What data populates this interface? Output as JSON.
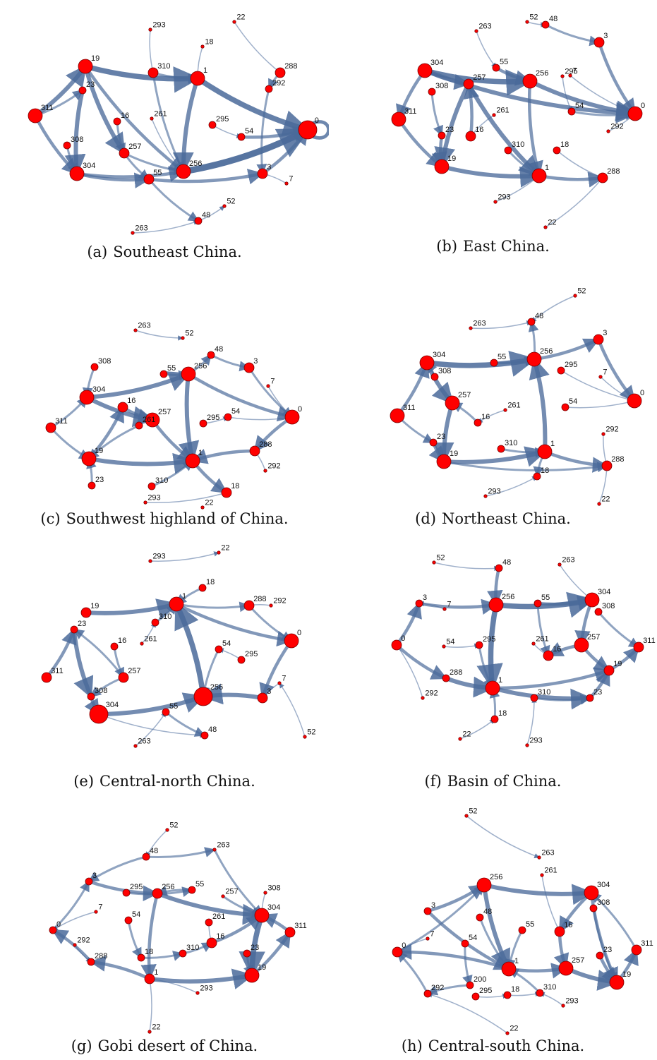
{
  "panels": [
    {
      "label": "(a)",
      "caption": "Southeast China.",
      "nodes": [
        {
          "id": "293",
          "size": 0
        },
        {
          "id": "22",
          "size": 0
        },
        {
          "id": "18",
          "size": 0
        },
        {
          "id": "19",
          "size": 3
        },
        {
          "id": "310",
          "size": 2
        },
        {
          "id": "1",
          "size": 3
        },
        {
          "id": "288",
          "size": 2
        },
        {
          "id": "23",
          "size": 1
        },
        {
          "id": "292",
          "size": 1
        },
        {
          "id": "311",
          "size": 3
        },
        {
          "id": "16",
          "size": 1
        },
        {
          "id": "261",
          "size": 0
        },
        {
          "id": "295",
          "size": 1
        },
        {
          "id": "54",
          "size": 1
        },
        {
          "id": "0",
          "size": 4
        },
        {
          "id": "308",
          "size": 1
        },
        {
          "id": "257",
          "size": 2
        },
        {
          "id": "304",
          "size": 3
        },
        {
          "id": "256",
          "size": 3
        },
        {
          "id": "55",
          "size": 2
        },
        {
          "id": "3",
          "size": 2
        },
        {
          "id": "7",
          "size": 0
        },
        {
          "id": "52",
          "size": 0
        },
        {
          "id": "48",
          "size": 1
        },
        {
          "id": "263",
          "size": 0
        }
      ]
    },
    {
      "label": "(b)",
      "caption": "East China.",
      "nodes": [
        {
          "id": "52",
          "size": 0
        },
        {
          "id": "48",
          "size": 1
        },
        {
          "id": "263",
          "size": 0
        },
        {
          "id": "3",
          "size": 2
        },
        {
          "id": "304",
          "size": 3
        },
        {
          "id": "55",
          "size": 1
        },
        {
          "id": "295",
          "size": 0
        },
        {
          "id": "257",
          "size": 2
        },
        {
          "id": "256",
          "size": 3
        },
        {
          "id": "7",
          "size": 0
        },
        {
          "id": "308",
          "size": 1
        },
        {
          "id": "0",
          "size": 3
        },
        {
          "id": "54",
          "size": 1
        },
        {
          "id": "261",
          "size": 0
        },
        {
          "id": "311",
          "size": 3
        },
        {
          "id": "16",
          "size": 2
        },
        {
          "id": "292",
          "size": 0
        },
        {
          "id": "23",
          "size": 1
        },
        {
          "id": "310",
          "size": 1
        },
        {
          "id": "18",
          "size": 1
        },
        {
          "id": "19",
          "size": 3
        },
        {
          "id": "1",
          "size": 3
        },
        {
          "id": "288",
          "size": 2
        },
        {
          "id": "293",
          "size": 0
        },
        {
          "id": "22",
          "size": 0
        }
      ]
    },
    {
      "label": "(c)",
      "caption": "Southwest highland of China.",
      "nodes": [
        {
          "id": "263",
          "size": 0
        },
        {
          "id": "52",
          "size": 0
        },
        {
          "id": "48",
          "size": 1
        },
        {
          "id": "3",
          "size": 2
        },
        {
          "id": "308",
          "size": 1
        },
        {
          "id": "55",
          "size": 1
        },
        {
          "id": "256",
          "size": 3
        },
        {
          "id": "7",
          "size": 0
        },
        {
          "id": "304",
          "size": 3
        },
        {
          "id": "16",
          "size": 2
        },
        {
          "id": "257",
          "size": 3
        },
        {
          "id": "295",
          "size": 1
        },
        {
          "id": "54",
          "size": 1
        },
        {
          "id": "0",
          "size": 3
        },
        {
          "id": "311",
          "size": 2
        },
        {
          "id": "261",
          "size": 1
        },
        {
          "id": "19",
          "size": 3
        },
        {
          "id": "1",
          "size": 3
        },
        {
          "id": "288",
          "size": 2
        },
        {
          "id": "23",
          "size": 1
        },
        {
          "id": "310",
          "size": 1
        },
        {
          "id": "292",
          "size": 0
        },
        {
          "id": "18",
          "size": 2
        },
        {
          "id": "293",
          "size": 0
        },
        {
          "id": "22",
          "size": 0
        }
      ]
    },
    {
      "label": "(d)",
      "caption": "Northeast China.",
      "nodes": [
        {
          "id": "52",
          "size": 0
        },
        {
          "id": "48",
          "size": 1
        },
        {
          "id": "263",
          "size": 0
        },
        {
          "id": "3",
          "size": 2
        },
        {
          "id": "304",
          "size": 3
        },
        {
          "id": "55",
          "size": 1
        },
        {
          "id": "256",
          "size": 3
        },
        {
          "id": "295",
          "size": 1
        },
        {
          "id": "308",
          "size": 1
        },
        {
          "id": "7",
          "size": 0
        },
        {
          "id": "0",
          "size": 3
        },
        {
          "id": "257",
          "size": 3
        },
        {
          "id": "261",
          "size": 0
        },
        {
          "id": "311",
          "size": 3
        },
        {
          "id": "16",
          "size": 1
        },
        {
          "id": "54",
          "size": 1
        },
        {
          "id": "292",
          "size": 0
        },
        {
          "id": "23",
          "size": 1
        },
        {
          "id": "19",
          "size": 3
        },
        {
          "id": "310",
          "size": 1
        },
        {
          "id": "1",
          "size": 3
        },
        {
          "id": "18",
          "size": 1
        },
        {
          "id": "288",
          "size": 2
        },
        {
          "id": "293",
          "size": 0
        },
        {
          "id": "22",
          "size": 0
        }
      ]
    },
    {
      "label": "(e)",
      "caption": "Central-north China.",
      "nodes": [
        {
          "id": "293",
          "size": 0
        },
        {
          "id": "22",
          "size": 0
        },
        {
          "id": "18",
          "size": 1
        },
        {
          "id": "1",
          "size": 3
        },
        {
          "id": "288",
          "size": 2
        },
        {
          "id": "292",
          "size": 0
        },
        {
          "id": "19",
          "size": 2
        },
        {
          "id": "310",
          "size": 1
        },
        {
          "id": "23",
          "size": 1
        },
        {
          "id": "16",
          "size": 1
        },
        {
          "id": "261",
          "size": 0
        },
        {
          "id": "0",
          "size": 3
        },
        {
          "id": "54",
          "size": 1
        },
        {
          "id": "295",
          "size": 1
        },
        {
          "id": "257",
          "size": 2
        },
        {
          "id": "311",
          "size": 2
        },
        {
          "id": "7",
          "size": 0
        },
        {
          "id": "308",
          "size": 1
        },
        {
          "id": "256",
          "size": 4
        },
        {
          "id": "3",
          "size": 2
        },
        {
          "id": "304",
          "size": 4
        },
        {
          "id": "55",
          "size": 1
        },
        {
          "id": "52",
          "size": 0
        },
        {
          "id": "48",
          "size": 1
        },
        {
          "id": "263",
          "size": 0
        }
      ]
    },
    {
      "label": "(f)",
      "caption": "Basin of China.",
      "nodes": [
        {
          "id": "52",
          "size": 0
        },
        {
          "id": "48",
          "size": 1
        },
        {
          "id": "263",
          "size": 0
        },
        {
          "id": "304",
          "size": 3
        },
        {
          "id": "3",
          "size": 1
        },
        {
          "id": "256",
          "size": 3
        },
        {
          "id": "55",
          "size": 1
        },
        {
          "id": "7",
          "size": 0
        },
        {
          "id": "308",
          "size": 1
        },
        {
          "id": "0",
          "size": 2
        },
        {
          "id": "54",
          "size": 0
        },
        {
          "id": "295",
          "size": 1
        },
        {
          "id": "261",
          "size": 0
        },
        {
          "id": "257",
          "size": 3
        },
        {
          "id": "311",
          "size": 2
        },
        {
          "id": "16",
          "size": 2
        },
        {
          "id": "19",
          "size": 2
        },
        {
          "id": "288",
          "size": 1
        },
        {
          "id": "1",
          "size": 3
        },
        {
          "id": "310",
          "size": 1
        },
        {
          "id": "23",
          "size": 1
        },
        {
          "id": "292",
          "size": 0
        },
        {
          "id": "18",
          "size": 1
        },
        {
          "id": "22",
          "size": 0
        },
        {
          "id": "293",
          "size": 0
        }
      ]
    },
    {
      "label": "(g)",
      "caption": "Gobi desert of China.",
      "nodes": [
        {
          "id": "52",
          "size": 0
        },
        {
          "id": "48",
          "size": 1
        },
        {
          "id": "263",
          "size": 0
        },
        {
          "id": "3",
          "size": 1
        },
        {
          "id": "295",
          "size": 1
        },
        {
          "id": "55",
          "size": 1
        },
        {
          "id": "257",
          "size": 0
        },
        {
          "id": "308",
          "size": 0
        },
        {
          "id": "7",
          "size": 0
        },
        {
          "id": "256",
          "size": 2
        },
        {
          "id": "304",
          "size": 3
        },
        {
          "id": "54",
          "size": 1
        },
        {
          "id": "0",
          "size": 1
        },
        {
          "id": "261",
          "size": 1
        },
        {
          "id": "311",
          "size": 2
        },
        {
          "id": "292",
          "size": 0
        },
        {
          "id": "16",
          "size": 2
        },
        {
          "id": "18",
          "size": 1
        },
        {
          "id": "310",
          "size": 1
        },
        {
          "id": "23",
          "size": 1
        },
        {
          "id": "288",
          "size": 1
        },
        {
          "id": "1",
          "size": 2
        },
        {
          "id": "19",
          "size": 3
        },
        {
          "id": "293",
          "size": 0
        },
        {
          "id": "22",
          "size": 0
        }
      ]
    },
    {
      "label": "(h)",
      "caption": "Central-south China.",
      "nodes": [
        {
          "id": "52",
          "size": 0
        },
        {
          "id": "263",
          "size": 0
        },
        {
          "id": "256",
          "size": 3
        },
        {
          "id": "261",
          "size": 0
        },
        {
          "id": "304",
          "size": 3
        },
        {
          "id": "3",
          "size": 1
        },
        {
          "id": "48",
          "size": 1
        },
        {
          "id": "308",
          "size": 1
        },
        {
          "id": "55",
          "size": 1
        },
        {
          "id": "16",
          "size": 2
        },
        {
          "id": "7",
          "size": 0
        },
        {
          "id": "0",
          "size": 2
        },
        {
          "id": "311",
          "size": 2
        },
        {
          "id": "54",
          "size": 1
        },
        {
          "id": "23",
          "size": 1
        },
        {
          "id": "1",
          "size": 3
        },
        {
          "id": "257",
          "size": 3
        },
        {
          "id": "19",
          "size": 3
        },
        {
          "id": "200",
          "size": 1
        },
        {
          "id": "292",
          "size": 1
        },
        {
          "id": "295",
          "size": 1
        },
        {
          "id": "18",
          "size": 1
        },
        {
          "id": "310",
          "size": 1
        },
        {
          "id": "293",
          "size": 0
        },
        {
          "id": "22",
          "size": 0
        }
      ]
    }
  ],
  "colors": {
    "node": "#ff0000",
    "node_stroke": "#7a0000",
    "edge": "#4a6a9a",
    "text": "#111111"
  }
}
